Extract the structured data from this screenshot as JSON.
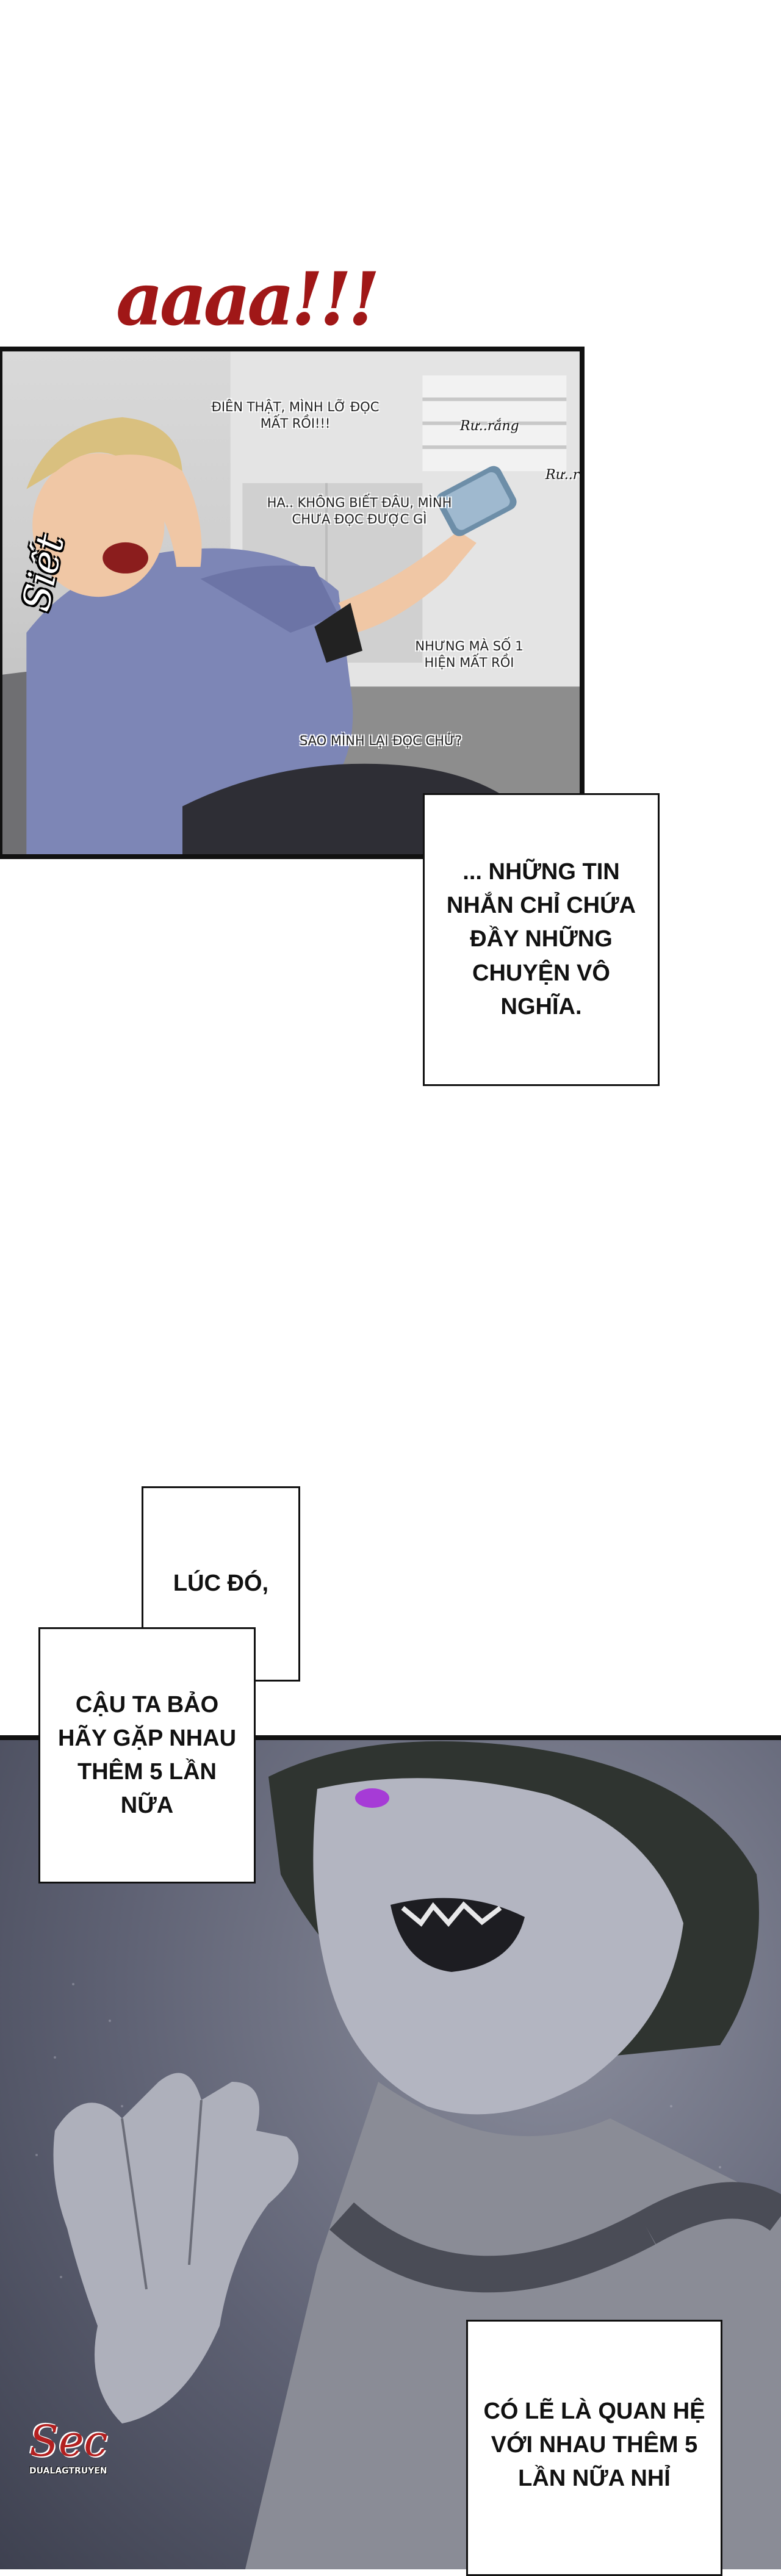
{
  "sfx": {
    "aaaa": "aaaa!!!",
    "siet": "Siết",
    "krr1": "Rư..rắng",
    "krr2": "Rư..rắng"
  },
  "panel1": {
    "line1": "ĐIÊN THẬT, MÌNH LỠ ĐỌC MẤT RỒI!!!",
    "line2": "HA.. KHÔNG BIẾT ĐÂU, MÌNH CHƯA ĐỌC ĐƯỢC GÌ",
    "line3": "NHƯNG MÀ SỐ 1 HIỆN MẤT RỒI",
    "line4": "SAO MÌNH LẠI ĐỌC CHỨ?"
  },
  "narration": {
    "box1": "... NHỮNG TIN NHẮN CHỈ CHỨA ĐẦY NHỮNG CHUYỆN VÔ NGHĨA.",
    "box2": "LÚC ĐÓ,",
    "box3": "CẬU TA BẢO HÃY GẶP NHAU THÊM 5 LẦN NỮA",
    "box4": "CÓ LẼ LÀ QUAN HỆ VỚI NHAU THÊM 5 LẦN NỮA NHỈ"
  },
  "watermark": {
    "logo": "Sec",
    "text": "DUALAGTRUYEN"
  },
  "colors": {
    "sfx_red": "#a01717",
    "panel_border": "#111111",
    "eye_purple": "#a63bd6"
  }
}
